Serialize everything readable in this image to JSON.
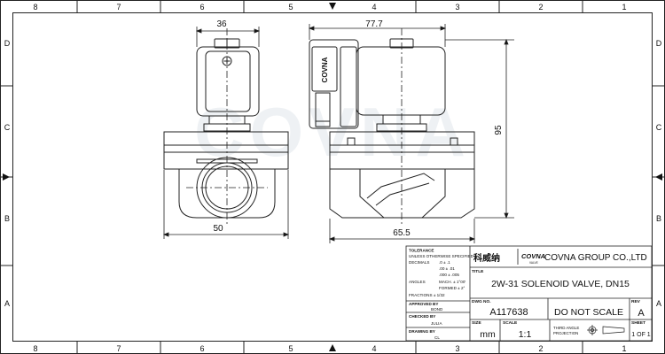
{
  "border": {
    "top_cols": [
      "8",
      "7",
      "6",
      "5",
      "4",
      "3",
      "2",
      "1"
    ],
    "bottom_cols": [
      "8",
      "7",
      "6",
      "5",
      "4",
      "3",
      "2",
      "1"
    ],
    "rows": [
      "D",
      "C",
      "B",
      "A"
    ]
  },
  "watermark": "COVNA",
  "views": {
    "left": {
      "top_dim": "36",
      "bottom_dim": "50"
    },
    "right": {
      "top_dim": "77.7",
      "side_dim": "95",
      "bottom_dim": "65.5",
      "coil_label": "COVNA"
    }
  },
  "title_block": {
    "tolerance": {
      "header": "TOLERANCE",
      "unless": "UNLESS OTHERWISE SPECIFIED",
      "decimals_label": "DECIMALS",
      "decimals_values": [
        ".0 ± .1",
        ".00 ± .01",
        ".000 ± .005"
      ],
      "angles_label": "ANGLES",
      "angles_values": [
        "MACH. ± 1°00'",
        "FORMED ± 2°"
      ],
      "fractions": "FRACTIONS ± 1/32"
    },
    "approved_by": {
      "label": "APPROVED BY",
      "value": "BOND"
    },
    "checked_by": {
      "label": "CHECKED BY",
      "value": "JULIA"
    },
    "drawing_by": {
      "label": "DRAWING BY",
      "value": "CL"
    },
    "company_cn": "科威纳",
    "company_brand": "COVNA",
    "company_brand_sub": "VALVE",
    "company_name": "COVNA GROUP CO.,LTD",
    "title_label": "TITLE",
    "title_value": "2W-31 SOLENOID VALVE, DN15",
    "dwg_label": "DWG NO.",
    "dwg_value": "A117638",
    "do_not_scale": "DO NOT SCALE",
    "rev_label": "REV",
    "rev_value": "A",
    "size_label": "SIZE",
    "size_value": "mm",
    "scale_label": "SCALE",
    "scale_value": "1:1",
    "projection_label": [
      "THIRD ANGLE",
      "PROJECTION"
    ],
    "sheet_label": "SHEET",
    "sheet_value": "1 OF 1"
  }
}
